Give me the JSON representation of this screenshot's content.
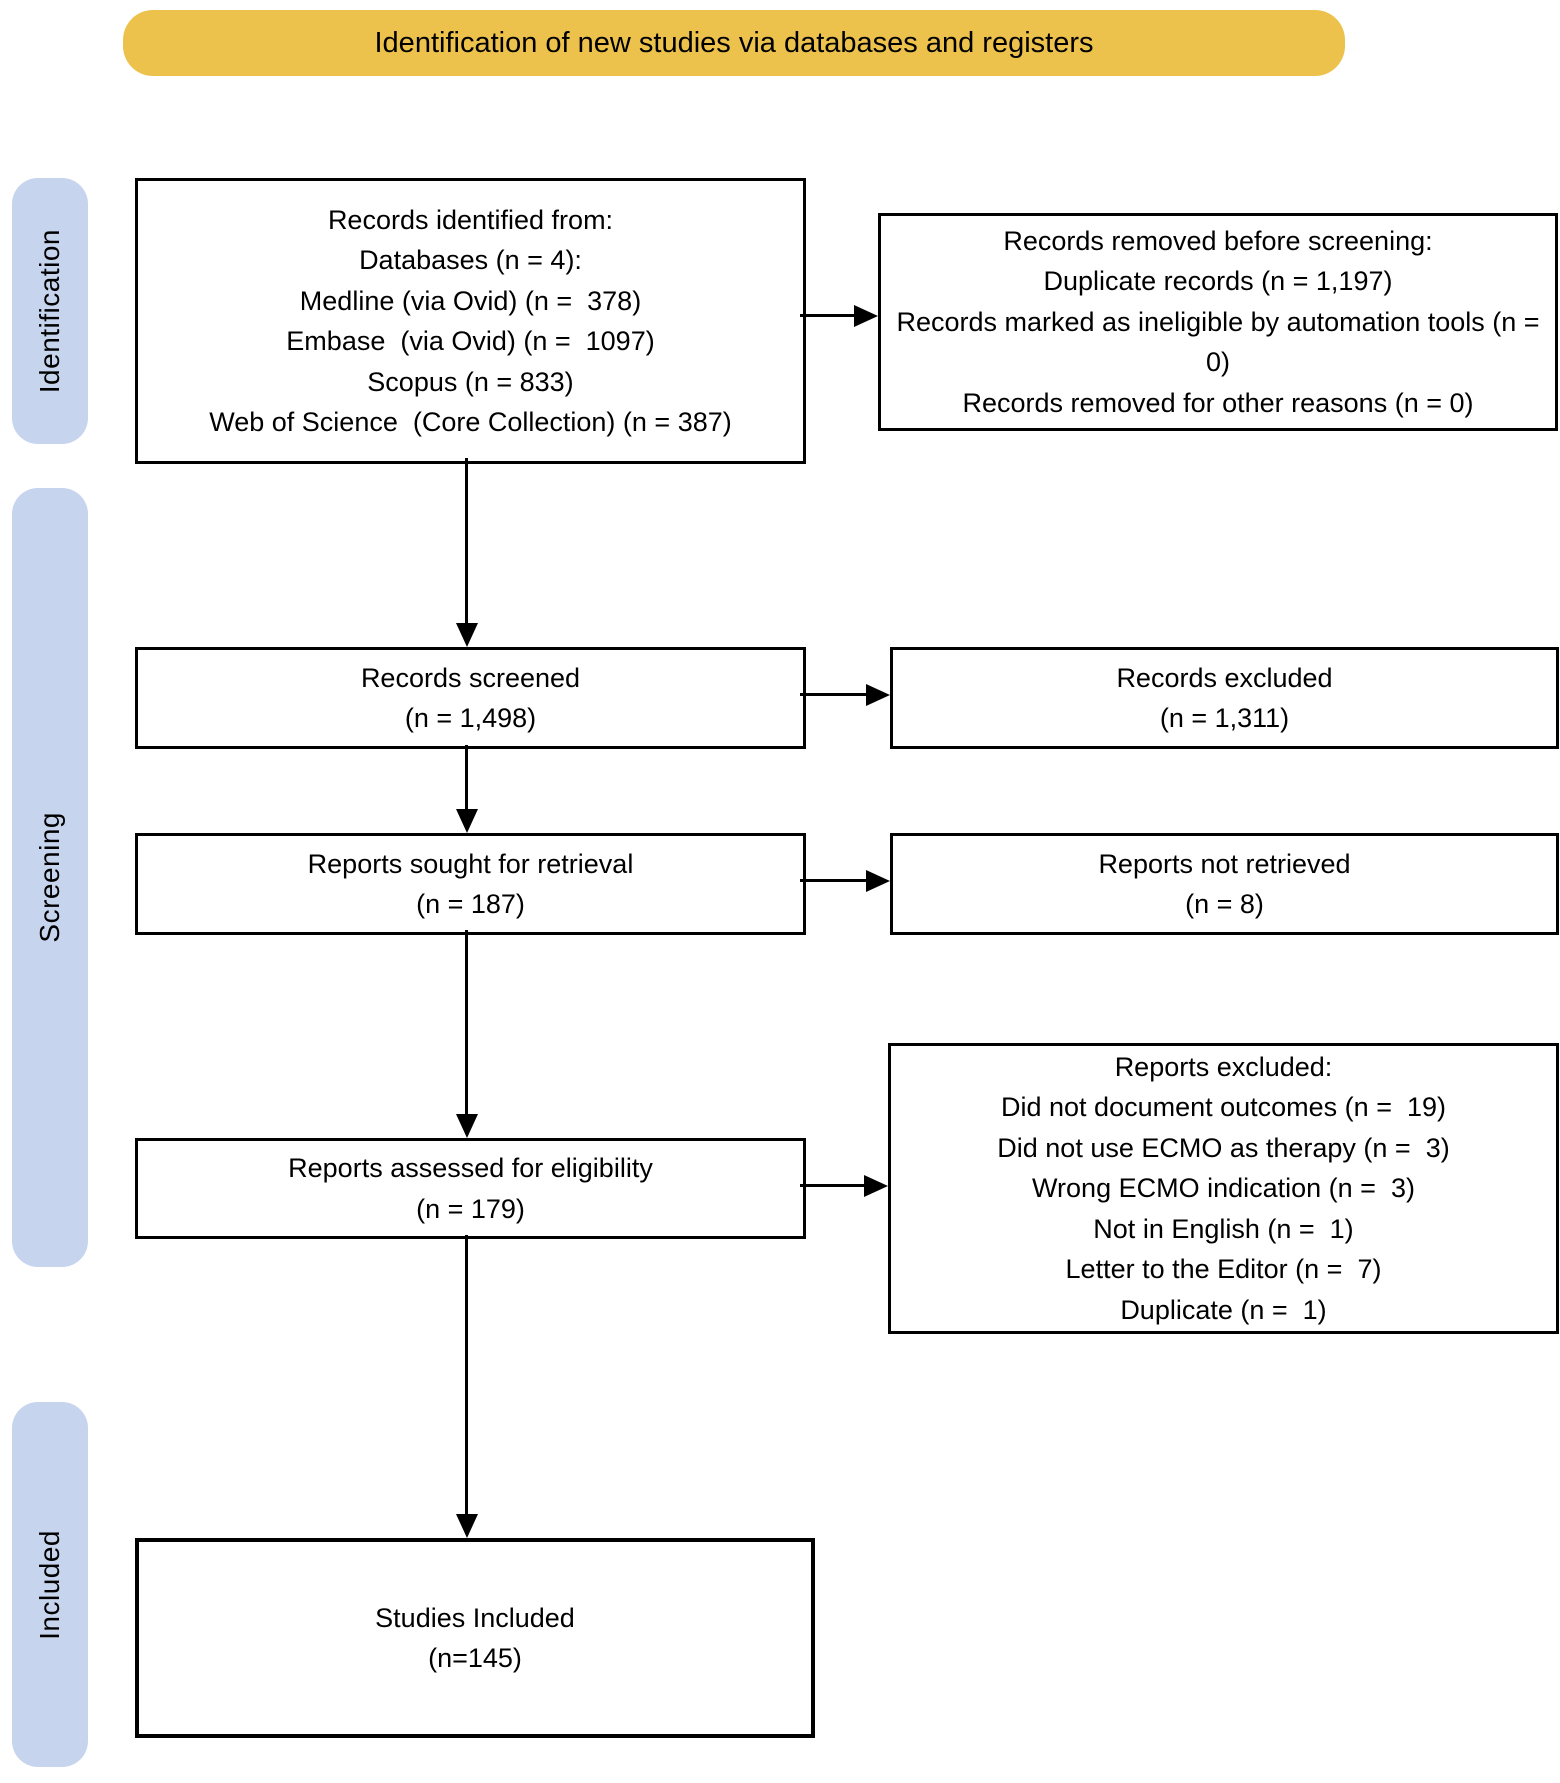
{
  "banner": {
    "label": "Identification of new studies via databases and registers",
    "bg_color": "#ECC24D"
  },
  "sidebar": {
    "bg_color": "#C6D4EE",
    "stages": [
      {
        "label": "Identification"
      },
      {
        "label": "Screening"
      },
      {
        "label": "Included"
      }
    ]
  },
  "boxes": {
    "identified": {
      "lines": [
        "Records identified from:",
        "Databases (n = 4):",
        "Medline (via Ovid) (n =  378)",
        "Embase  (via Ovid) (n =  1097)",
        "Scopus (n = 833)",
        "Web of Science  (Core Collection) (n = 387)"
      ]
    },
    "removed_before_screening": {
      "lines": [
        "Records removed before screening:",
        "Duplicate records (n = 1,197)",
        "Records marked as ineligible by automation tools (n = 0)",
        "Records removed for other reasons (n = 0)"
      ]
    },
    "screened": {
      "lines": [
        "Records screened",
        "(n = 1,498)"
      ]
    },
    "records_excluded": {
      "lines": [
        "Records excluded",
        "(n = 1,311)"
      ]
    },
    "sought": {
      "lines": [
        "Reports sought for retrieval",
        "(n = 187)"
      ]
    },
    "not_retrieved": {
      "lines": [
        "Reports not retrieved",
        "(n = 8)"
      ]
    },
    "assessed": {
      "lines": [
        "Reports assessed for eligibility",
        "(n = 179)"
      ]
    },
    "reports_excluded": {
      "lines": [
        "Reports excluded:",
        "Did not document outcomes (n =  19)",
        "Did not use ECMO as therapy (n =  3)",
        "Wrong ECMO indication (n =  3)",
        "Not in English (n =  1)",
        "Letter to the Editor (n =  7)",
        "Duplicate (n =  1)"
      ]
    },
    "included": {
      "lines": [
        "Studies Included",
        "(n=145)"
      ]
    }
  }
}
